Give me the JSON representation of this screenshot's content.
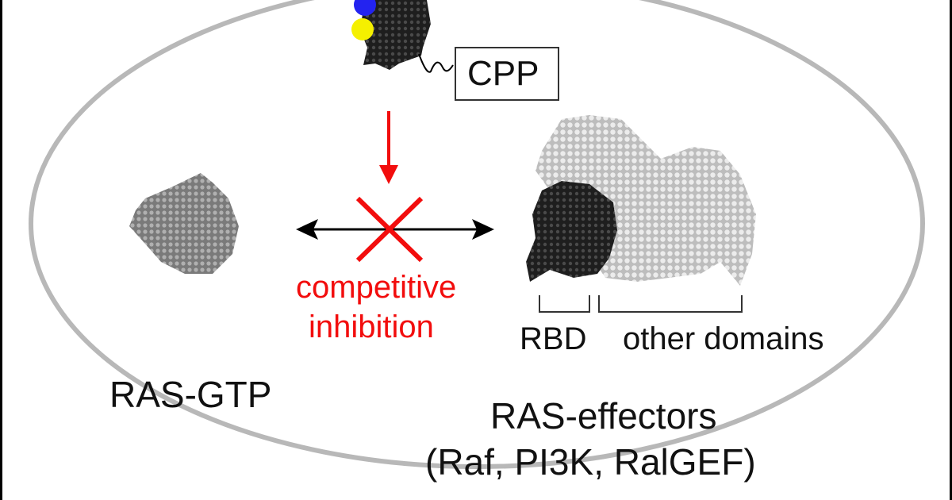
{
  "labels": {
    "cpp": "CPP",
    "competitive": "competitive",
    "inhibition": "inhibition",
    "rbd": "RBD",
    "other_domains": "other domains",
    "ras_gtp": "RAS-GTP",
    "ras_effectors": "RAS-effectors",
    "effector_examples": "(Raf, PI3K, RalGEF)"
  },
  "colors": {
    "cell": "#b8b8b8",
    "inhibit": "#f20d0d",
    "dark_protein": "#2a2a2a",
    "gray_protein": "#8c8c8c",
    "light_protein": "#d6d6d6",
    "blue_dot": "#2323f0",
    "yellow_dot": "#f5f000"
  }
}
